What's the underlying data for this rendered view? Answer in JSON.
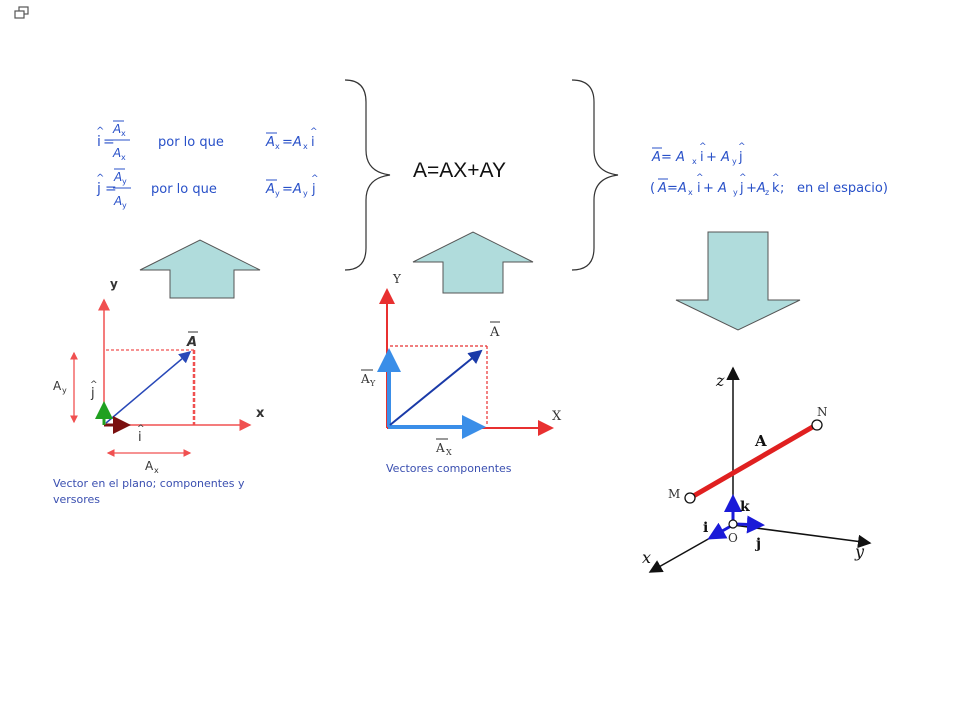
{
  "window": {
    "restore_icon": "window-restore-icon"
  },
  "formulas_left": {
    "unit_i": "i",
    "unit_j": "j",
    "equals": "=",
    "num_x": "A",
    "num_x_sub": "x",
    "den_x": "A",
    "den_x_sub": "x",
    "num_y": "A",
    "num_y_sub": "y",
    "den_y": "A",
    "den_y_sub": "y",
    "por_lo_que_1": "por lo que",
    "por_lo_que_2": "por lo que",
    "rhs1": {
      "A": "A",
      "sub": "x",
      "eq": "=A",
      "sub2": "x",
      "unit": "i"
    },
    "rhs2": {
      "A": "A",
      "sub": "y",
      "eq": "=A",
      "sub2": "y",
      "unit": "j"
    }
  },
  "center_equation": "A=AX+AY",
  "formulas_right": {
    "line1": {
      "A": "A",
      "eq": " = A",
      "sx": "x",
      "i": "i",
      "plus": " + A",
      "sy": "y",
      "j": "j"
    },
    "line2": {
      "open": "(",
      "A": "A",
      "eq": "=A",
      "sx": "x",
      "i": "i",
      "plus1": " + A",
      "sy": "y",
      "j": "j",
      "plus2": "+A",
      "sz": "z",
      "k": "k",
      "semi": " ;",
      "tail": "en el espacio)"
    }
  },
  "diagram_plane": {
    "y_label": "y",
    "x_label": "x",
    "A_label": "A",
    "Ay_label": "A",
    "Ay_sub": "y",
    "Ax_label": "A",
    "Ax_sub": "x",
    "i_label": "i",
    "j_label": "j",
    "caption_line1": "Vector   en   el   plano;   componentes   y",
    "caption_line2": "versores",
    "colors": {
      "axis": "#f05050",
      "vector": "#2848b8",
      "unit_i": "#7a1010",
      "unit_j": "#20a020"
    }
  },
  "diagram_components": {
    "Y_label": "Y",
    "X_label": "X",
    "A_label": "A",
    "AY_label": "A",
    "AY_sub": "Y",
    "AX_label": "A",
    "AX_sub": "X",
    "caption": "Vectores componentes",
    "colors": {
      "axis": "#e83030",
      "components": "#3a8ee8",
      "vector": "#1a3aa8"
    }
  },
  "diagram_space": {
    "z_label": "z",
    "x_label": "x",
    "y_label": "y",
    "N_label": "N",
    "M_label": "M",
    "A_label": "A",
    "k_label": "k",
    "i_label": "i",
    "j_label": "j",
    "O_label": "O",
    "colors": {
      "vector": "#e02020",
      "units": "#1a1ad8"
    }
  },
  "arrows": {
    "fill": "#b0dcdc",
    "stroke": "#555555"
  }
}
